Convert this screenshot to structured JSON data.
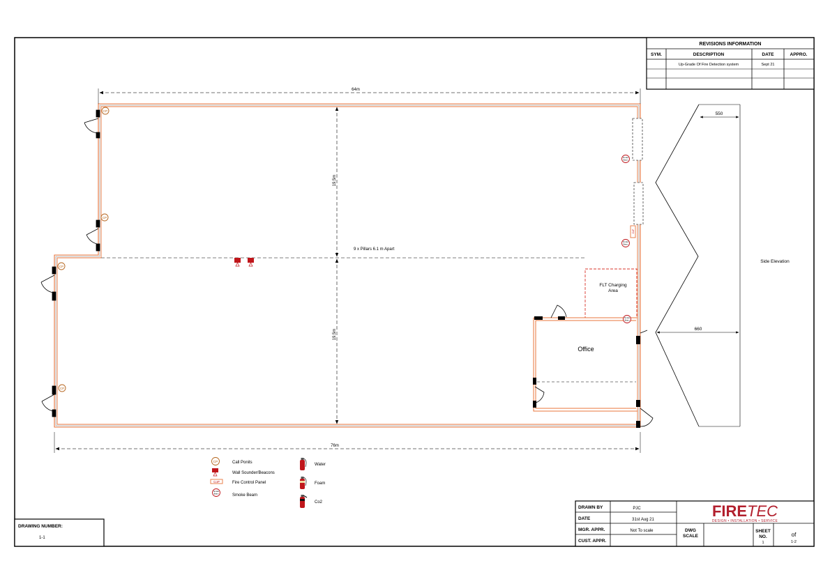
{
  "revisions": {
    "title": "REVISIONS INFORMATION",
    "headers": [
      "SYM.",
      "DESCRIPTION",
      "DATE",
      "APPRO."
    ],
    "rows": [
      {
        "sym": "",
        "description": "Up-Grade Of Fire Detection system",
        "date": "Sept 21",
        "appro": ""
      }
    ]
  },
  "plan": {
    "dim_top": "64m",
    "dim_bottom": "76m",
    "dim_upper_height": "19.5m",
    "dim_lower_height": "19.5m",
    "pillars_note": "9 x Pillars 6.1 m Apart",
    "flt_area_line1": "FLT Charging",
    "flt_area_line2": "Area",
    "office_label": "Office",
    "callpoint_tag": "CP",
    "smokebeam_tag_line1": "Smoke",
    "smokebeam_tag_line2": "Beam",
    "fcp_tag": "CoP"
  },
  "side_elevation": {
    "title": "Side  Elevation",
    "dim_top": "550",
    "dim_mid": "660"
  },
  "legend": {
    "items": [
      {
        "icon": "call-point-icon",
        "label": "Call Ponits"
      },
      {
        "icon": "wall-sounder-beacon-icon",
        "label": "Wall Sounder/Beacons"
      },
      {
        "icon": "fire-control-panel-icon",
        "label": "Fire Control Panel",
        "tag": "CoP"
      },
      {
        "icon": "smoke-beam-icon",
        "label": "Smoke Beam"
      },
      {
        "icon": "water-extinguisher-icon",
        "label": "Water"
      },
      {
        "icon": "foam-extinguisher-icon",
        "label": "Foam"
      },
      {
        "icon": "co2-extinguisher-icon",
        "label": "Co2"
      }
    ]
  },
  "drawing_number": {
    "label": "DRAWING NUMBER:",
    "value": "1-1"
  },
  "title_block": {
    "drawn_by_label": "DRAWN BY",
    "drawn_by_value": "PJC",
    "date_label": "DATE",
    "date_value": "31st Aug 21",
    "mgr_label": "MGR. APPR.",
    "mgr_value": "Not To scale",
    "cust_label": "CUST. APPR.",
    "cust_value": "",
    "dwg_scale_line1": "DWG",
    "dwg_scale_line2": "SCALE",
    "sheet_line1": "SHEET",
    "sheet_line2": "NO.",
    "sheet_value": "1",
    "of_label": "of",
    "of_value": "1-2",
    "logo_bold": "FIRE",
    "logo_italic": "TEC",
    "logo_tagline": "DESIGN • INSTALLATION • SERVICE"
  },
  "colors": {
    "wall_orange": "#e8743b",
    "device_red": "#c0161b",
    "callpoint_brown": "#b5651d",
    "brand_red": "#b21f2d",
    "line_black": "#000000",
    "dim_gray": "#444444"
  }
}
